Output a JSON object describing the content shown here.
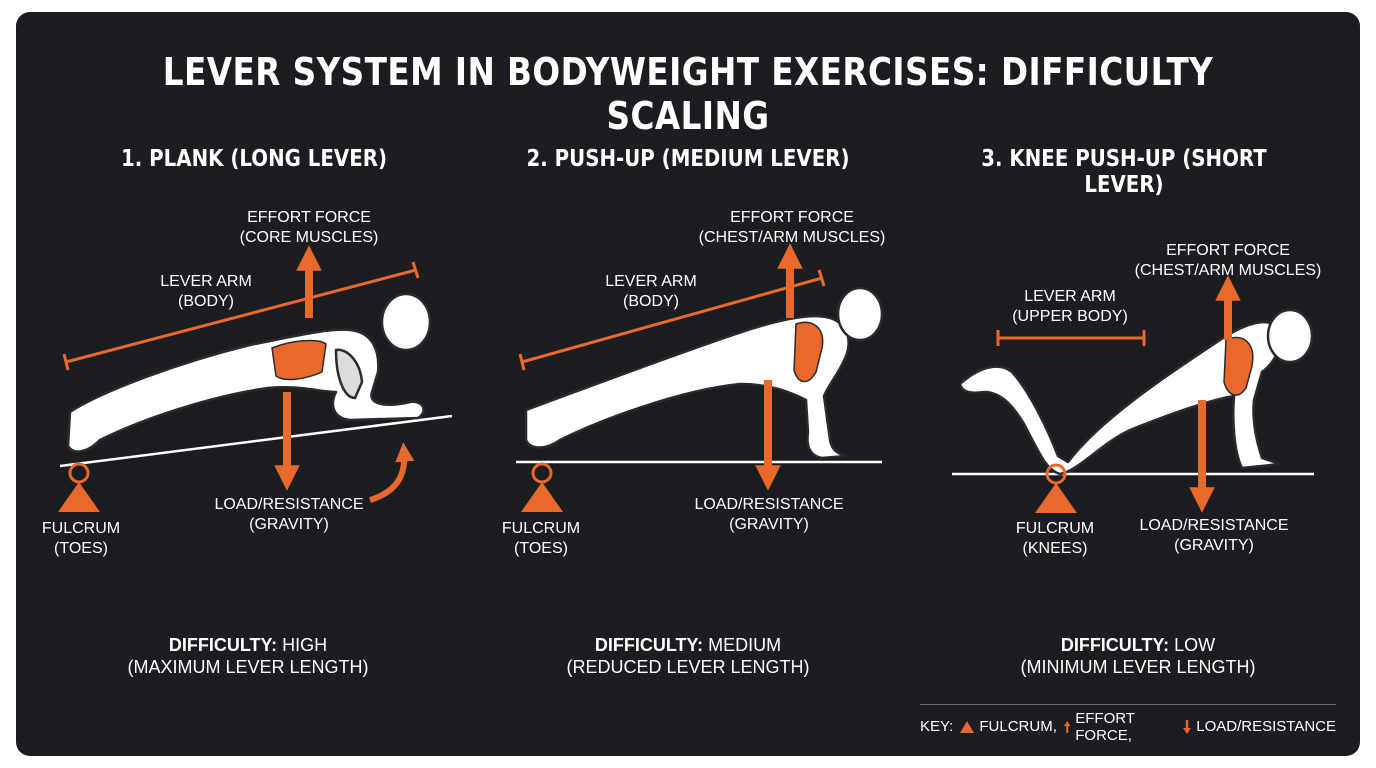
{
  "title": "LEVER SYSTEM IN BODYWEIGHT EXERCISES: DIFFICULTY SCALING",
  "colors": {
    "accent": "#e8692a",
    "background": "#1c1d20",
    "text": "#ffffff"
  },
  "panels": [
    {
      "title": "1. PLANK (LONG LEVER)",
      "effort": [
        "EFFORT FORCE",
        "(CORE MUSCLES)"
      ],
      "lever": [
        "LEVER ARM",
        "(BODY)"
      ],
      "load": [
        "LOAD/RESISTANCE",
        "(GRAVITY)"
      ],
      "fulcrum": [
        "FULCRUM",
        "(TOES)"
      ],
      "difficulty_label": "DIFFICULTY:",
      "difficulty_value": "HIGH",
      "difficulty_note": "(MAXIMUM LEVER LENGTH)"
    },
    {
      "title": "2. PUSH-UP (MEDIUM LEVER)",
      "effort": [
        "EFFORT FORCE",
        "(CHEST/ARM MUSCLES)"
      ],
      "lever": [
        "LEVER ARM",
        "(BODY)"
      ],
      "load": [
        "LOAD/RESISTANCE",
        "(GRAVITY)"
      ],
      "fulcrum": [
        "FULCRUM",
        "(TOES)"
      ],
      "difficulty_label": "DIFFICULTY:",
      "difficulty_value": "MEDIUM",
      "difficulty_note": "(REDUCED LEVER LENGTH)"
    },
    {
      "title": "3. KNEE PUSH-UP (SHORT LEVER)",
      "effort": [
        "EFFORT FORCE",
        "(CHEST/ARM MUSCLES)"
      ],
      "lever": [
        "LEVER ARM",
        "(UPPER BODY)"
      ],
      "load": [
        "LOAD/RESISTANCE",
        "(GRAVITY)"
      ],
      "fulcrum": [
        "FULCRUM",
        "(KNEES)"
      ],
      "difficulty_label": "DIFFICULTY:",
      "difficulty_value": "LOW",
      "difficulty_note": "(MINIMUM LEVER LENGTH)"
    }
  ],
  "key": {
    "prefix": "KEY:",
    "fulcrum": "FULCRUM,",
    "effort": "EFFORT FORCE,",
    "load": "LOAD/RESISTANCE",
    "fulcrum_icon": "triangle-icon",
    "effort_icon": "arrow-up-icon",
    "load_icon": "arrow-down-icon"
  }
}
